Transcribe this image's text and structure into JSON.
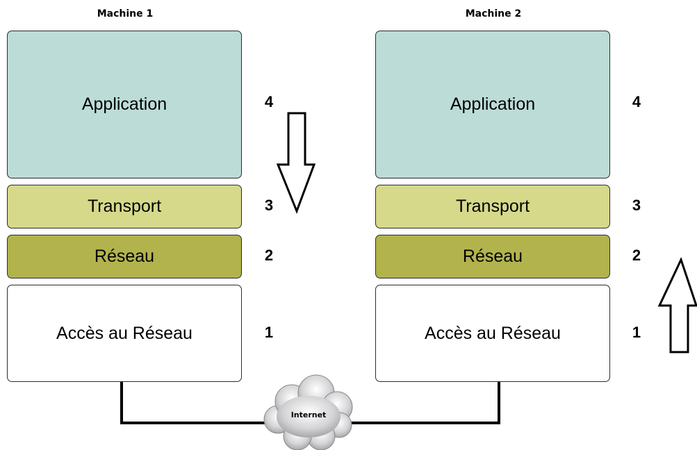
{
  "machines": [
    {
      "title": "Machine 1",
      "layers": [
        {
          "name": "Application",
          "number": "4"
        },
        {
          "name": "Transport",
          "number": "3"
        },
        {
          "name": "Réseau",
          "number": "2"
        },
        {
          "name": "Accès au Réseau",
          "number": "1"
        }
      ]
    },
    {
      "title": "Machine 2",
      "layers": [
        {
          "name": "Application",
          "number": "4"
        },
        {
          "name": "Transport",
          "number": "3"
        },
        {
          "name": "Réseau",
          "number": "2"
        },
        {
          "name": "Accès au Réseau",
          "number": "1"
        }
      ]
    }
  ],
  "cloud": {
    "label": "Internet"
  },
  "colors": {
    "application": "#bcdcd8",
    "transport": "#d6d98a",
    "reseau": "#b2b34d",
    "acces": "#ffffff",
    "border": "#2b2b2b"
  },
  "arrows": {
    "machine1": "down-arrow-icon",
    "machine2": "up-arrow-icon"
  }
}
